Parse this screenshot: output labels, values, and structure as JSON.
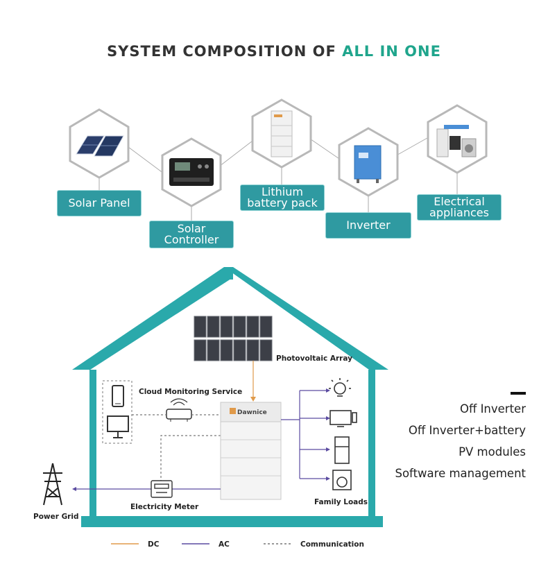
{
  "title": {
    "main": "SYSTEM COMPOSITION OF ",
    "accent": "ALL IN ONE"
  },
  "components": [
    {
      "label": "Solar Panel"
    },
    {
      "label_line1": "Solar",
      "label_line2": "Controller"
    },
    {
      "label_line1": "Lithium",
      "label_line2": "battery pack"
    },
    {
      "label": "Inverter"
    },
    {
      "label_line1": "Electrical",
      "label_line2": "appliances"
    }
  ],
  "house": {
    "pv_array": "Photovoltaic Array",
    "cloud": "Cloud Monitoring Service",
    "battery_brand": "Dawnice",
    "meter": "Electricity Meter",
    "loads": "Family Loads",
    "grid": "Power Grid"
  },
  "legend": {
    "dc": "DC",
    "ac": "AC",
    "comm": "Communication"
  },
  "features": [
    "Off Inverter",
    "Off Inverter+battery",
    "PV modules",
    "Software management"
  ],
  "colors": {
    "teal": "#2f9aa1",
    "accent_green": "#1fa58c",
    "dc": "#e09a4a",
    "ac": "#5a4aa0"
  }
}
